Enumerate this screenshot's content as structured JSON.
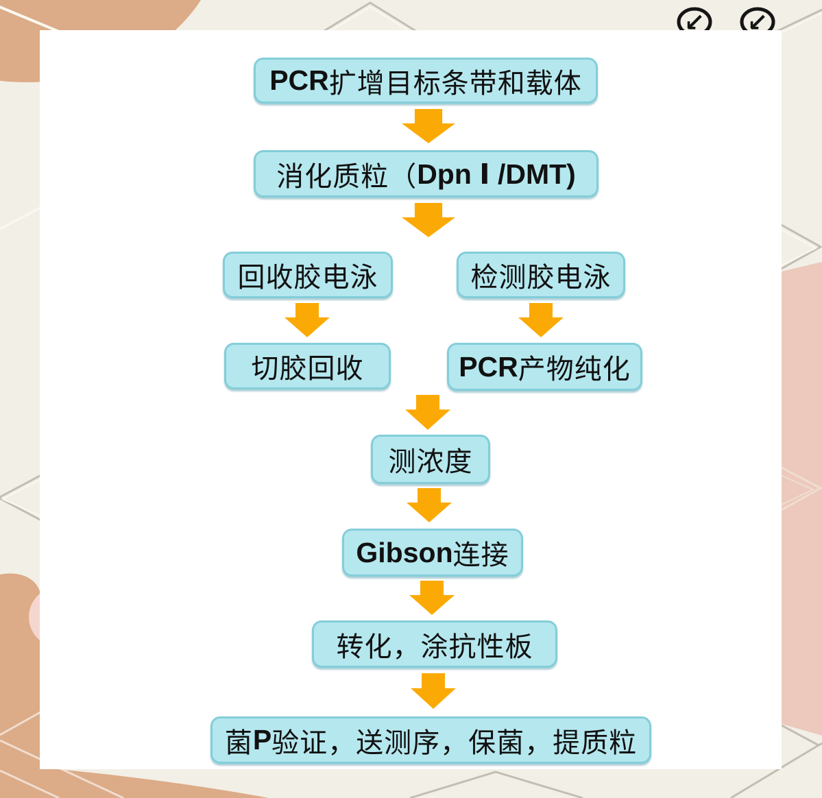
{
  "colors": {
    "background": "#f2efe6",
    "panel": "#ffffff",
    "box_fill": "#b5e7ee",
    "box_border": "#83ced9",
    "arrow": "#fbaa05",
    "salmon": "#dcab87",
    "pink": "#ecc9bc",
    "light_pink": "#f5d6cf",
    "line_gray": "#c3beb3",
    "line_cream": "#f0ddd0",
    "line_white": "#fbf8f0",
    "ink": "#111111"
  },
  "flow": {
    "nodes": [
      {
        "id": "amplify",
        "pre": "",
        "bold": "PCR",
        "post": "扩增目标条带和载体"
      },
      {
        "id": "digest",
        "pre": "消化质粒（",
        "bold": "Dpn Ⅰ /DMT)",
        "post": ""
      },
      {
        "id": "recovery-gel",
        "pre": "回收胶电泳",
        "bold": "",
        "post": ""
      },
      {
        "id": "detect-gel",
        "pre": "检测胶电泳",
        "bold": "",
        "post": ""
      },
      {
        "id": "gel-extract",
        "pre": "切胶回收",
        "bold": "",
        "post": ""
      },
      {
        "id": "pcr-purify",
        "pre": "",
        "bold": "PCR",
        "post": "产物纯化"
      },
      {
        "id": "measure",
        "pre": "测浓度",
        "bold": "",
        "post": ""
      },
      {
        "id": "gibson",
        "pre": "",
        "bold": "Gibson",
        "post": "连接"
      },
      {
        "id": "transform",
        "pre": "转化，涂抗性板",
        "bold": "",
        "post": ""
      },
      {
        "id": "verify",
        "pre": "菌",
        "bold": "P",
        "post": "验证，送测序，保菌，提质粒"
      }
    ]
  },
  "decorations": {
    "corner_icons": [
      {
        "glyph": "↙"
      },
      {
        "glyph": "↙"
      }
    ]
  }
}
